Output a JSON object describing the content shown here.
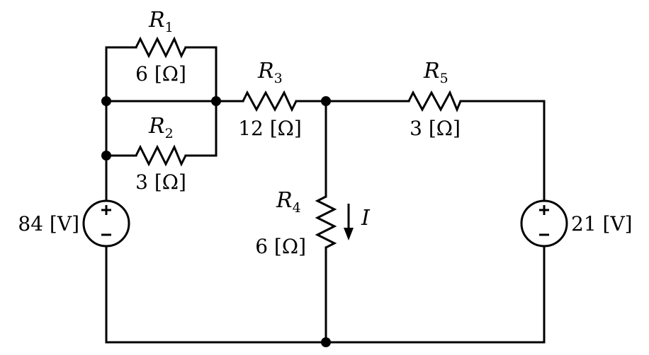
{
  "resistors": {
    "r1": {
      "symbol": "R",
      "sub": "1",
      "value": "6 [Ω]"
    },
    "r2": {
      "symbol": "R",
      "sub": "2",
      "value": "3 [Ω]"
    },
    "r3": {
      "symbol": "R",
      "sub": "3",
      "value": "12 [Ω]"
    },
    "r4": {
      "symbol": "R",
      "sub": "4",
      "value": "6 [Ω]"
    },
    "r5": {
      "symbol": "R",
      "sub": "5",
      "value": "3 [Ω]"
    }
  },
  "sources": {
    "left": {
      "value": "84 [V]",
      "plus": "+",
      "minus": "−"
    },
    "right": {
      "value": "21 [V]",
      "plus": "+",
      "minus": "−"
    }
  },
  "current": {
    "label": "I"
  }
}
